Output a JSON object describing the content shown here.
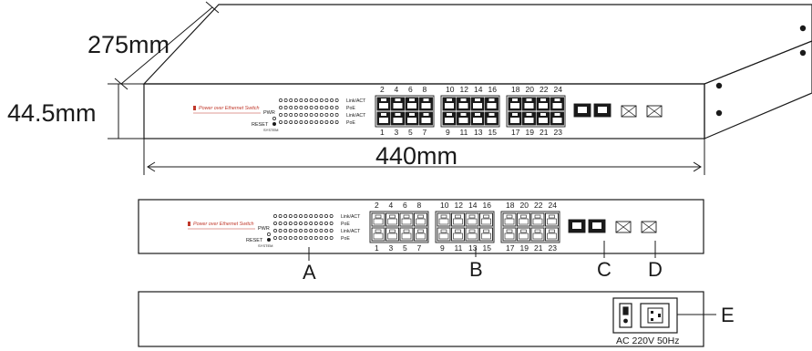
{
  "dimensions": {
    "depth": "275mm",
    "height": "44.5mm",
    "width": "440mm"
  },
  "front_panel": {
    "brand_title": "Power over Ethernet Switch",
    "brand_subtitle": "",
    "led_row_labels": [
      "Link/ACT",
      "PoE",
      "Link/ACT",
      "PoE"
    ],
    "pwr_label": "PWR",
    "reset_label": "RESET",
    "system_label": "SYSTEM",
    "top_port_numbers": [
      "2",
      "4",
      "6",
      "8",
      "10",
      "12",
      "14",
      "16",
      "18",
      "20",
      "22",
      "24"
    ],
    "bottom_port_numbers": [
      "1",
      "3",
      "5",
      "7",
      "9",
      "11",
      "13",
      "15",
      "17",
      "19",
      "21",
      "23"
    ]
  },
  "callouts": {
    "a": "A",
    "b": "B",
    "c": "C",
    "d": "D",
    "e": "E"
  },
  "rear_panel": {
    "power_label": "AC 220V 50Hz"
  },
  "colors": {
    "line": "#1a1a1a",
    "brand_red": "#c0392b",
    "port_fill_dark": "#1a1a1a"
  }
}
